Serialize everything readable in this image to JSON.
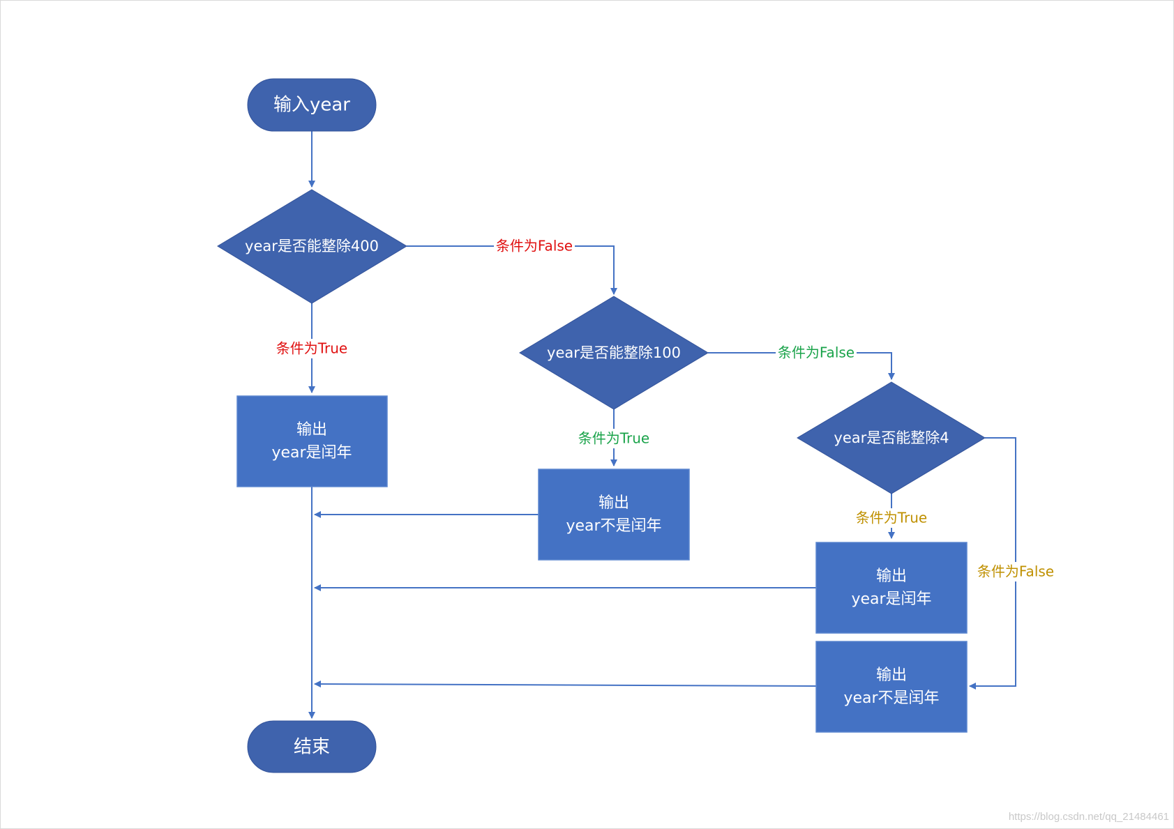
{
  "nodes": {
    "start": "输入year",
    "check400": "year是否能整除400",
    "check100": "year是否能整除100",
    "check4": "year是否能整除4",
    "out_leap_1": [
      "输出",
      "year是闰年"
    ],
    "out_not_leap_1": [
      "输出",
      "year不是闰年"
    ],
    "out_leap_2": [
      "输出",
      "year是闰年"
    ],
    "out_not_leap_2": [
      "输出",
      "year不是闰年"
    ],
    "end": "结束"
  },
  "edge_labels": {
    "check400_false": "条件为False",
    "check400_true": "条件为True",
    "check100_false": "条件为False",
    "check100_true": "条件为True",
    "check4_true": "条件为True",
    "check4_false": "条件为False"
  },
  "watermark": "https://blog.csdn.net/qq_21484461",
  "colors": {
    "terminator": "#3f63ad",
    "decision": "#3f63ad",
    "process": "#4472c4",
    "process_border": "#5b86cf",
    "line": "#4472c4",
    "label_red": "#e01010",
    "label_green": "#1aa34a",
    "label_gold": "#bf9000"
  }
}
